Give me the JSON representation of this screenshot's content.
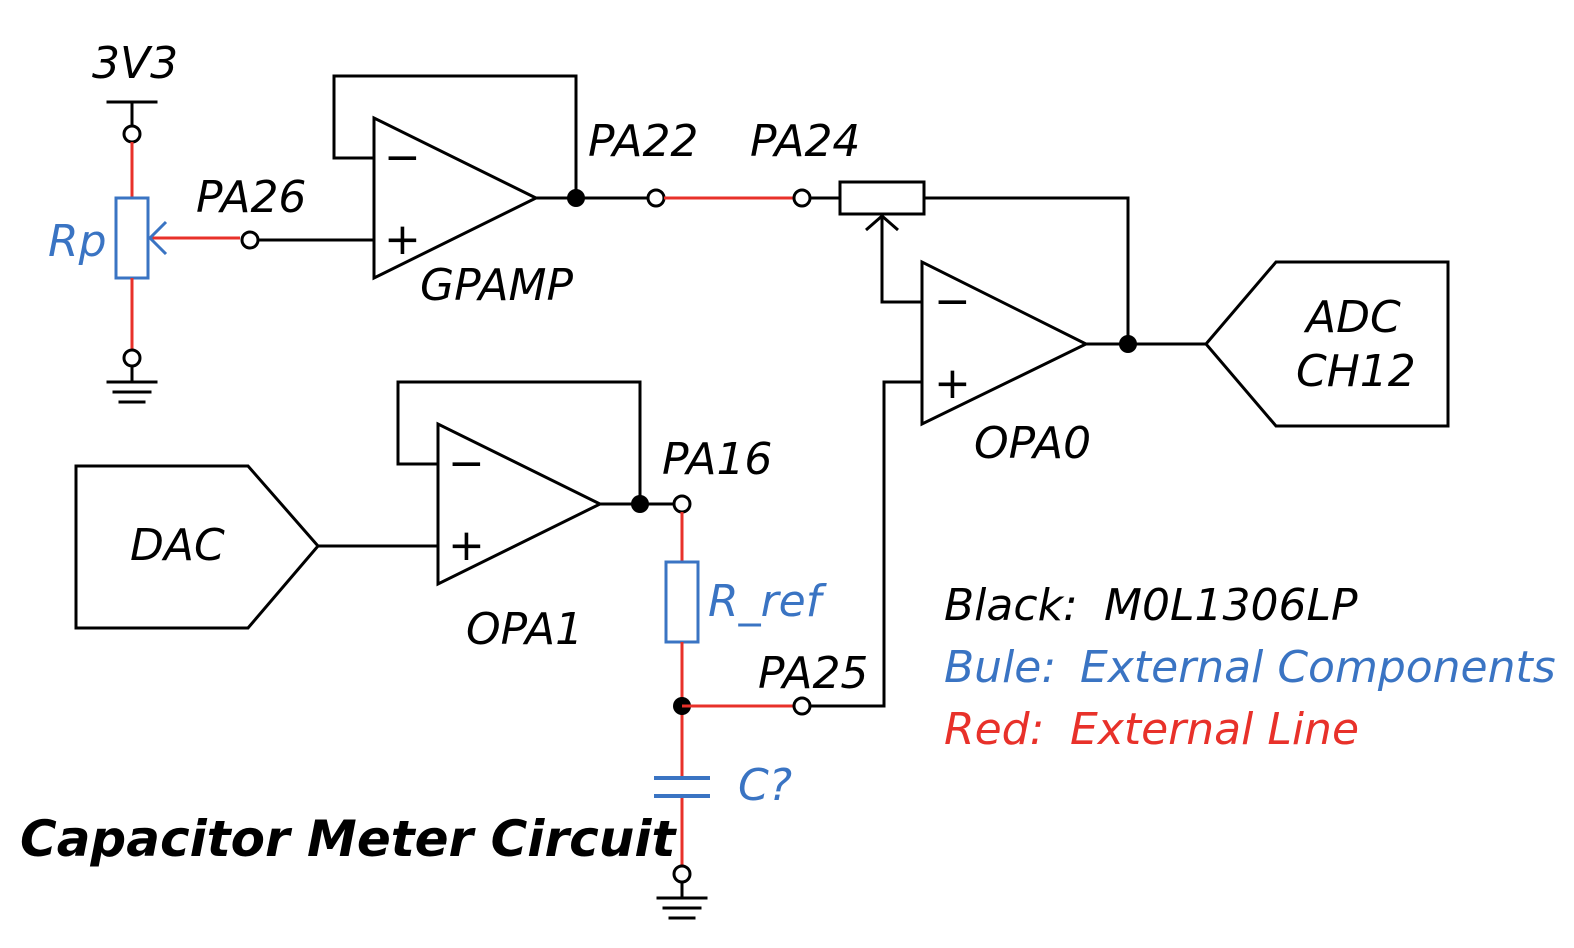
{
  "title": "Capacitor Meter Circuit",
  "power": {
    "supply": "3V3"
  },
  "pins": {
    "pa26": "PA26",
    "pa22": "PA22",
    "pa24": "PA24",
    "pa16": "PA16",
    "pa25": "PA25"
  },
  "amplifiers": {
    "gpamp": "GPAMP",
    "opa0": "OPA0",
    "opa1": "OPA1",
    "minus": "−",
    "plus": "+"
  },
  "components": {
    "rp": "Rp",
    "r_ref": "R_ref",
    "c": "C?"
  },
  "ports": {
    "dac": "DAC",
    "adc_line1": "ADC",
    "adc_line2": "CH12"
  },
  "legend": {
    "black_key": "Black:",
    "black_value": "M0L1306LP",
    "blue_key": "Bule:",
    "blue_value": "External Components",
    "red_key": "Red:",
    "red_value": "External Line"
  },
  "colors": {
    "black": "#000000",
    "blue": "#3a74c3",
    "red": "#e8312a"
  }
}
